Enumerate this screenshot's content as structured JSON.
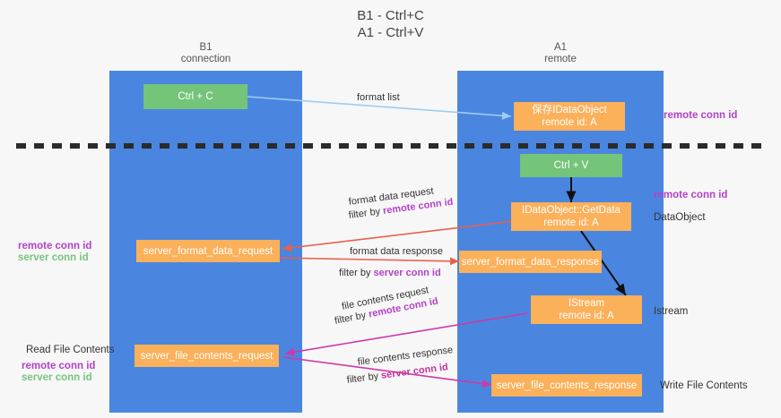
{
  "title": "B1 - Ctrl+C\nA1 - Ctrl+V",
  "columns": [
    {
      "name": "B1",
      "sub": "connection",
      "label": "B1\nconnection"
    },
    {
      "name": "A1",
      "sub": "remote",
      "label": "A1\nremote"
    }
  ],
  "colors": {
    "lane": "#4a86e0",
    "green_box": "#74c47a",
    "orange_box": "#fbb05a",
    "purple": "#b341c9",
    "green_text": "#77c47d",
    "arrow_blue": "#9fcdf0",
    "arrow_red": "#e8604c",
    "arrow_black": "#000000",
    "arrow_magenta": "#cf37a8",
    "background": "#f7f7f7",
    "divider": "#2b2b2b"
  },
  "boxes": {
    "ctrl_c": "Ctrl + C",
    "ctrl_v": "Ctrl + V",
    "save_idataobject": "保存IDataObject\nremote id: A",
    "getdata": "IDataObject::GetData\nremote id: A",
    "istream": "IStream\nremote id: A",
    "server_format_data_request": "server_format_data_request",
    "server_format_data_response": "server_format_data_response",
    "server_file_contents_request": "server_file_contents_request",
    "server_file_contents_response": "server_file_contents_response"
  },
  "edges": {
    "format_list": "format list",
    "format_data_request": "format data request",
    "format_data_response": "format data response",
    "file_contents_request": "file contents request",
    "file_contents_response": "file contents response",
    "filter_by": "filter by ",
    "remote_conn_id": "remote conn id",
    "server_conn_id": "server conn id"
  },
  "side_labels": {
    "right_remote_top": "remote conn id",
    "right_remote_mid": "remote conn id",
    "dataobject": "DataObject",
    "istream": "Istream",
    "write_file_contents": "Write File Contents",
    "read_file_contents": "Read File Contents",
    "left_remote_conn_id": "remote conn id",
    "left_server_conn_id": "server conn id",
    "left_remote_conn_id_2": "remote conn id",
    "left_server_conn_id_2": "server conn id"
  }
}
